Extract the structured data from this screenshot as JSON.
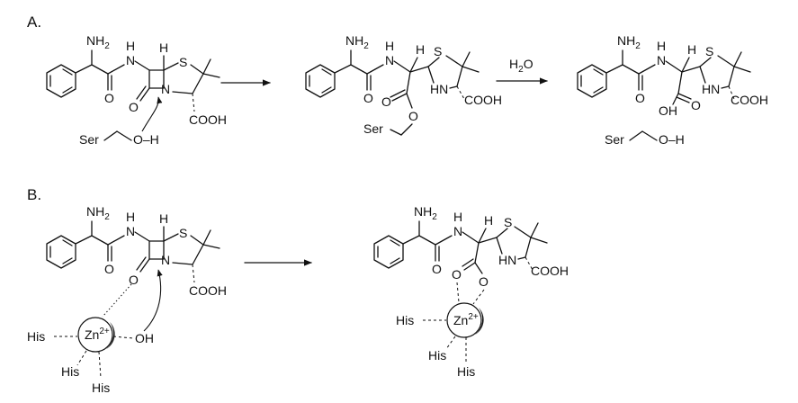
{
  "panels": [
    {
      "label": "A.",
      "reagent": "H2O"
    },
    {
      "label": "B."
    }
  ],
  "atoms": {
    "nh2": "NH2",
    "nh": "N",
    "h": "H",
    "o": "O",
    "s": "S",
    "n": "N",
    "cooh": "COOH",
    "oh": "OH",
    "hn": "HN",
    "ser": "Ser",
    "oh_bond": "O–H",
    "zn": "Zn",
    "zn_charge": "2+",
    "his": "His",
    "oh_minus": "OH"
  },
  "colors": {
    "ink": "#111111",
    "background": "#ffffff"
  }
}
